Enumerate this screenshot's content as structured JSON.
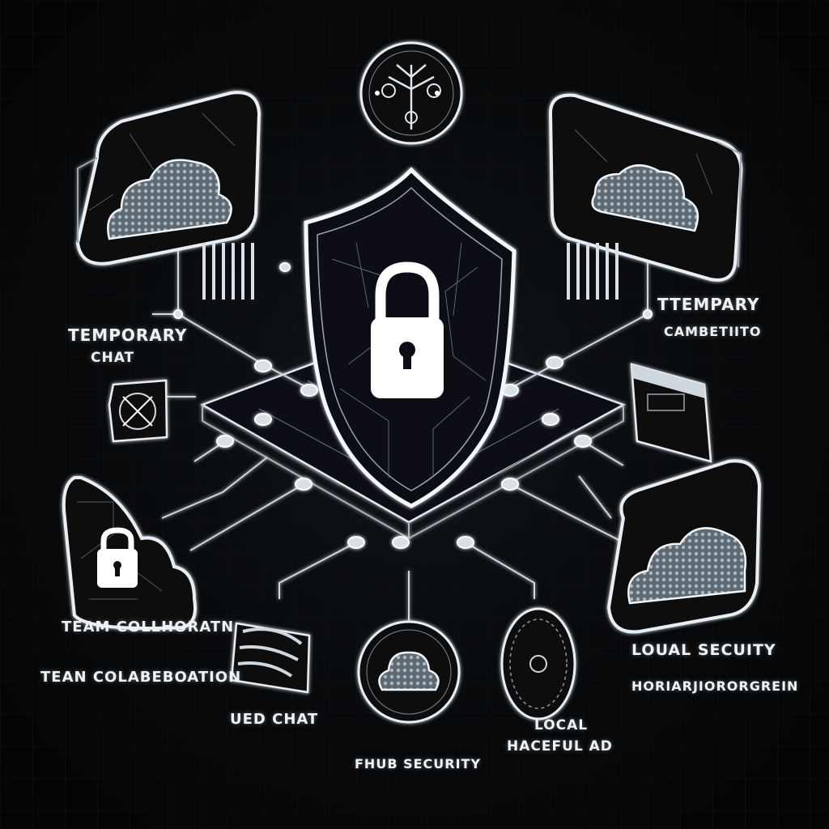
{
  "labels": {
    "temporary_chat": "TEMPORARY",
    "temporary_chat_line2": "CHAT",
    "tempary": "TTEMPARY",
    "tempary_line2": "CAMBETIITO",
    "team_collab_1": "TEAM COLLHORATN",
    "team_collab_2": "TEAN COLABEBOATION",
    "ued_chat": "UED CHAT",
    "hub_security": "FHUB SECURITY",
    "local_line1": "LOCAL",
    "local_line2": "HACEFUL AD",
    "loual_security": "LOUAL SECUITY",
    "horiarm": "HORIARJIORORGREIN"
  },
  "colors": {
    "background": "#050607",
    "line": "#d8e2ea",
    "glow": "#ffffff",
    "fill_dark": "#0b0f13"
  },
  "icons": [
    "shield-lock-icon",
    "cloud-icon",
    "lock-icon",
    "tree-icon",
    "node-icon",
    "window-icon"
  ]
}
